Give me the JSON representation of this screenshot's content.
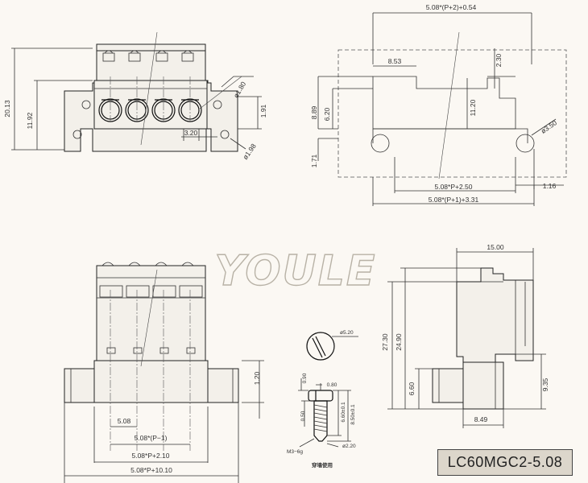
{
  "drawing": {
    "title": "LC60MGC2-5.08",
    "watermark": "YOULE",
    "screw_note": "穿墙使用",
    "front_view": {
      "height_overall": "20.13",
      "height_mount": "11.92",
      "hole_dia_small": "ø1.80",
      "dim_1_91": "1.91",
      "dim_3_20": "3.20",
      "hole_dia_mount": "ø1.98"
    },
    "panel_cutout": {
      "top_width": "5.08*(P+2)+0.54",
      "dim_8_53": "8.53",
      "dim_2_30": "2.30",
      "dim_8_89": "8.89",
      "dim_6_20": "6.20",
      "dim_11_20": "11.20",
      "hole_dia": "ø3.50",
      "dim_1_71": "1.71",
      "bottom_width_1": "5.08*P+2.50",
      "dim_1_16": "1.16",
      "bottom_width_2": "5.08*(P+1)+3.31"
    },
    "bottom_view": {
      "dim_1_20": "1.20",
      "pitch": "5.08",
      "width_p_minus_1": "5.08*(P−1)",
      "width_p_plus_2_10": "5.08*P+2.10",
      "width_p_plus_10_10": "5.08*P+10.10"
    },
    "screw": {
      "head_dia": "ø5.20",
      "dim_0_90": "0.90",
      "dim_0_80": "0.80",
      "dim_0_50": "0.50",
      "dim_6_60": "6.60±0.1",
      "dim_8_50": "8.50±0.1",
      "thread": "M3−6g",
      "shank_dia": "ø2.20"
    },
    "side_view": {
      "width_top": "15.00",
      "height_27_30": "27.30",
      "height_24_90": "24.90",
      "dim_6_60": "6.60",
      "dim_9_35": "9.35",
      "dim_8_49": "8.49"
    }
  }
}
